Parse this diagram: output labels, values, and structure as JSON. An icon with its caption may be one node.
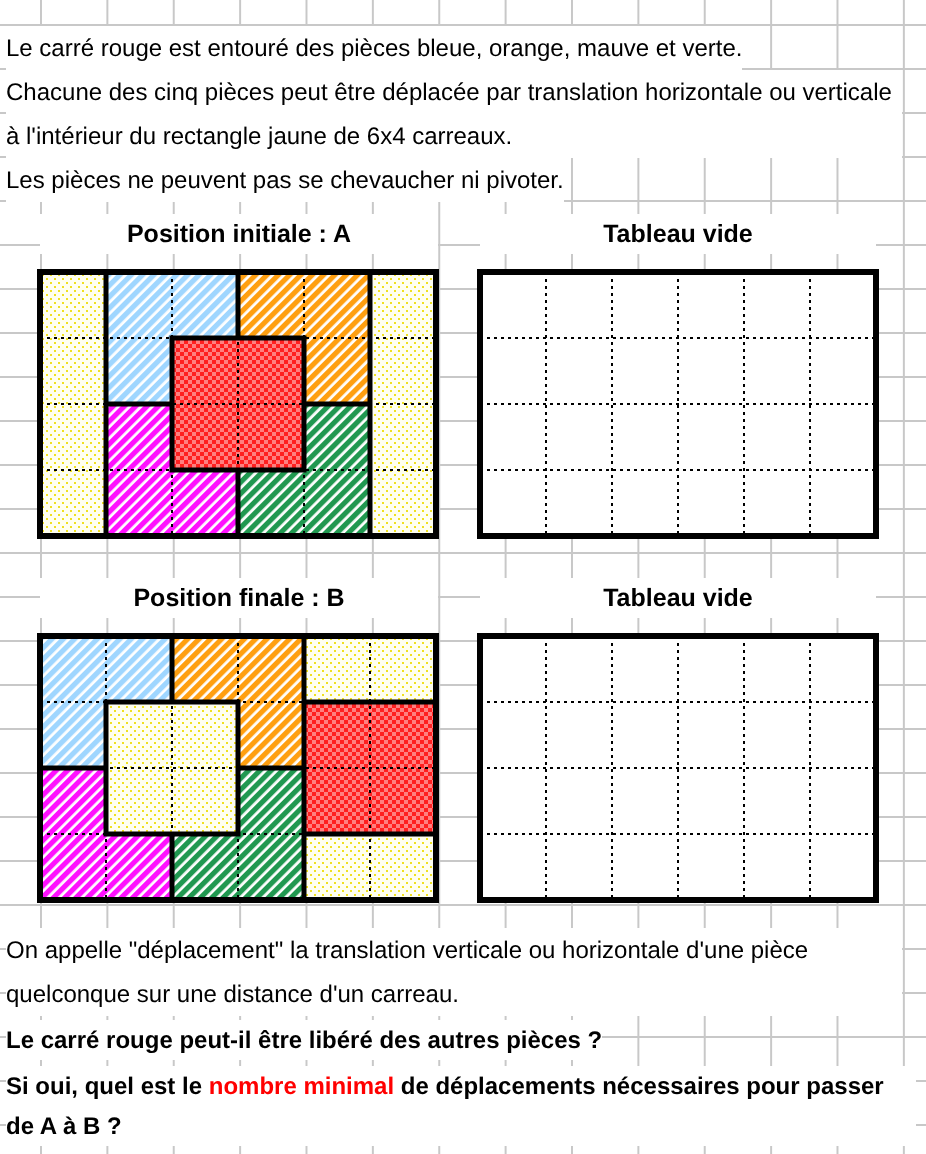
{
  "diagram": {
    "labels": [
      "Le carré rouge est entouré des pièces bleue, orange, mauve et verte.",
      "Chacune des cinq pièces peut être déplacée par translation horizontale ou verticale à l'intérieur du rectangle jaune de 6x4 carreaux.",
      "Les pièces ne peuvent pas se chevaucher ni pivoter.",
      "Position initiale : A",
      "Tableau vide",
      "Position finale : B",
      "Tableau vide",
      "On appelle \"déplacement\" la translation verticale ou horizontale d'une pièce quelconque sur une distance d'un carreau.",
      "Le carré rouge peut-il être libéré des autres pièces ?",
      "Si oui, quel est le **nombre minimal** de déplacements nécessaires pour passer de A à B ?"
    ]
  }
}
